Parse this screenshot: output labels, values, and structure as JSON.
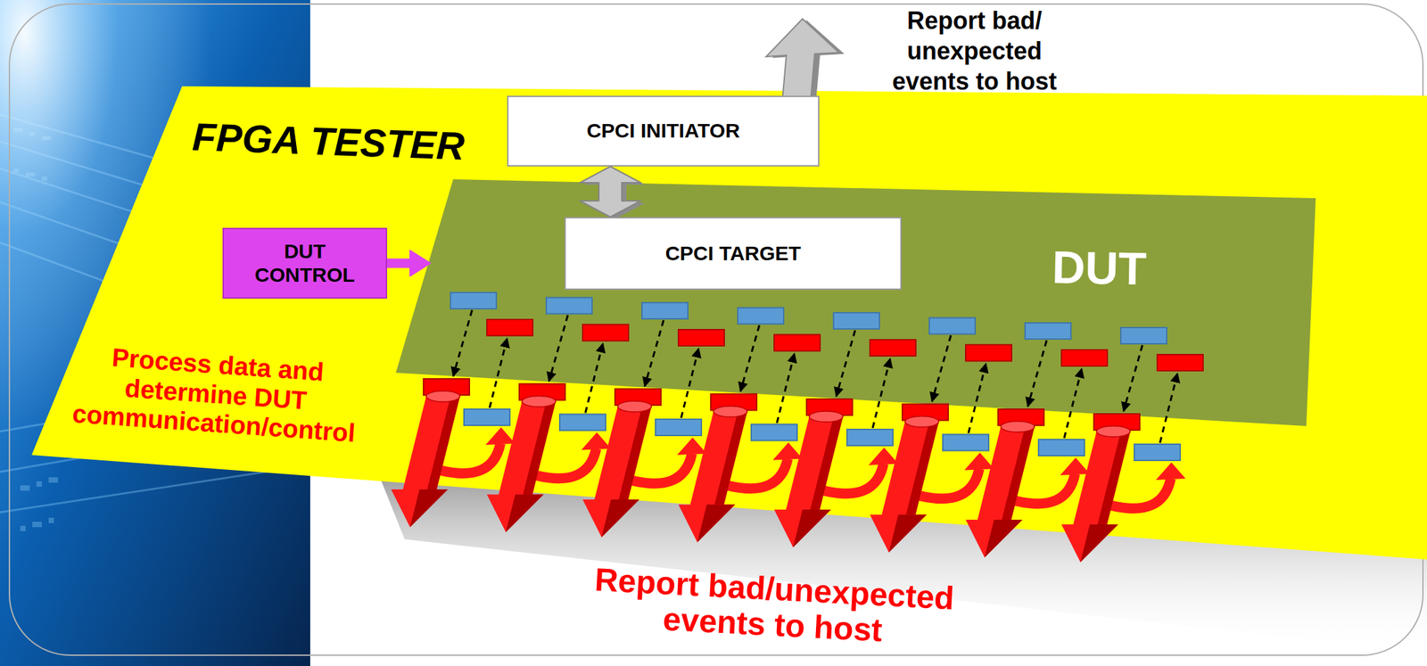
{
  "diagram": {
    "nodes": [
      {
        "text": [
          "FPGA TESTER",
          "Process data and determine DUT communication/control"
        ]
      },
      {
        "text": [
          "CPCI INITIATOR"
        ],
        "in": 0
      },
      {
        "text": [
          "DUT"
        ],
        "in": 0
      },
      {
        "text": [
          "CPCI TARGET"
        ],
        "in": 2
      },
      {
        "text": [
          "DUT CONTROL"
        ],
        "in": 0
      }
    ],
    "edges": [
      {
        "from": 1,
        "to": 3,
        "arrow": "both"
      },
      {
        "from": 4,
        "to": 2,
        "arrow": "to"
      }
    ],
    "labels": [
      "Report bad/ unexpected events to host",
      "Report bad/unexpected events to host"
    ]
  }
}
